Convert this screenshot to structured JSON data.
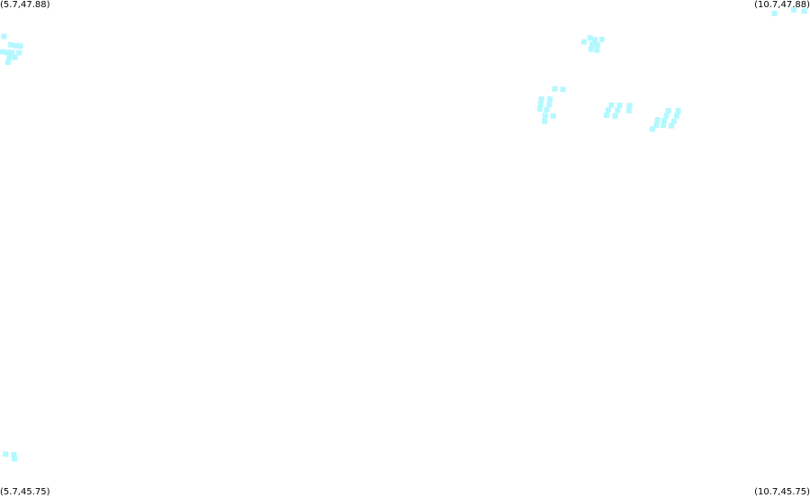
{
  "corner_labels": {
    "top_left": "(5.7,47.88)",
    "top_right": "(10.7,47.88)",
    "bottom_left": "(5.7,45.75)",
    "bottom_right": "(10.7,45.75)"
  },
  "marker_color": "#b3f8ff",
  "bounds": {
    "lon_min": 5.7,
    "lon_max": 10.7,
    "lat_min": 45.75,
    "lat_max": 47.88
  },
  "points": [
    [
      5.725,
      47.724
    ],
    [
      5.767,
      47.688
    ],
    [
      5.8,
      47.684
    ],
    [
      5.826,
      47.683
    ],
    [
      5.702,
      47.658
    ],
    [
      5.742,
      47.655
    ],
    [
      5.773,
      47.655
    ],
    [
      5.818,
      47.654
    ],
    [
      5.758,
      47.634
    ],
    [
      5.792,
      47.634
    ],
    [
      5.75,
      47.613
    ],
    [
      9.305,
      47.7
    ],
    [
      9.342,
      47.717
    ],
    [
      9.372,
      47.71
    ],
    [
      9.415,
      47.711
    ],
    [
      9.356,
      47.69
    ],
    [
      9.387,
      47.687
    ],
    [
      9.349,
      47.669
    ],
    [
      9.385,
      47.666
    ],
    [
      10.481,
      47.823
    ],
    [
      10.6,
      47.837
    ],
    [
      10.665,
      47.833
    ],
    [
      9.125,
      47.499
    ],
    [
      9.175,
      47.497
    ],
    [
      9.043,
      47.455
    ],
    [
      9.095,
      47.455
    ],
    [
      9.037,
      47.434
    ],
    [
      9.09,
      47.432
    ],
    [
      9.032,
      47.413
    ],
    [
      9.075,
      47.41
    ],
    [
      9.065,
      47.385
    ],
    [
      9.115,
      47.383
    ],
    [
      9.062,
      47.361
    ],
    [
      9.475,
      47.43
    ],
    [
      9.525,
      47.428
    ],
    [
      9.586,
      47.427
    ],
    [
      9.455,
      47.409
    ],
    [
      9.512,
      47.407
    ],
    [
      9.582,
      47.406
    ],
    [
      9.444,
      47.386
    ],
    [
      9.497,
      47.383
    ],
    [
      9.826,
      47.406
    ],
    [
      9.887,
      47.405
    ],
    [
      9.814,
      47.385
    ],
    [
      9.878,
      47.384
    ],
    [
      9.759,
      47.366
    ],
    [
      9.8,
      47.363
    ],
    [
      9.86,
      47.36
    ],
    [
      9.752,
      47.344
    ],
    [
      9.795,
      47.343
    ],
    [
      9.845,
      47.341
    ],
    [
      9.727,
      47.327
    ],
    [
      5.735,
      45.934
    ],
    [
      5.786,
      45.931
    ],
    [
      5.789,
      45.914
    ]
  ]
}
